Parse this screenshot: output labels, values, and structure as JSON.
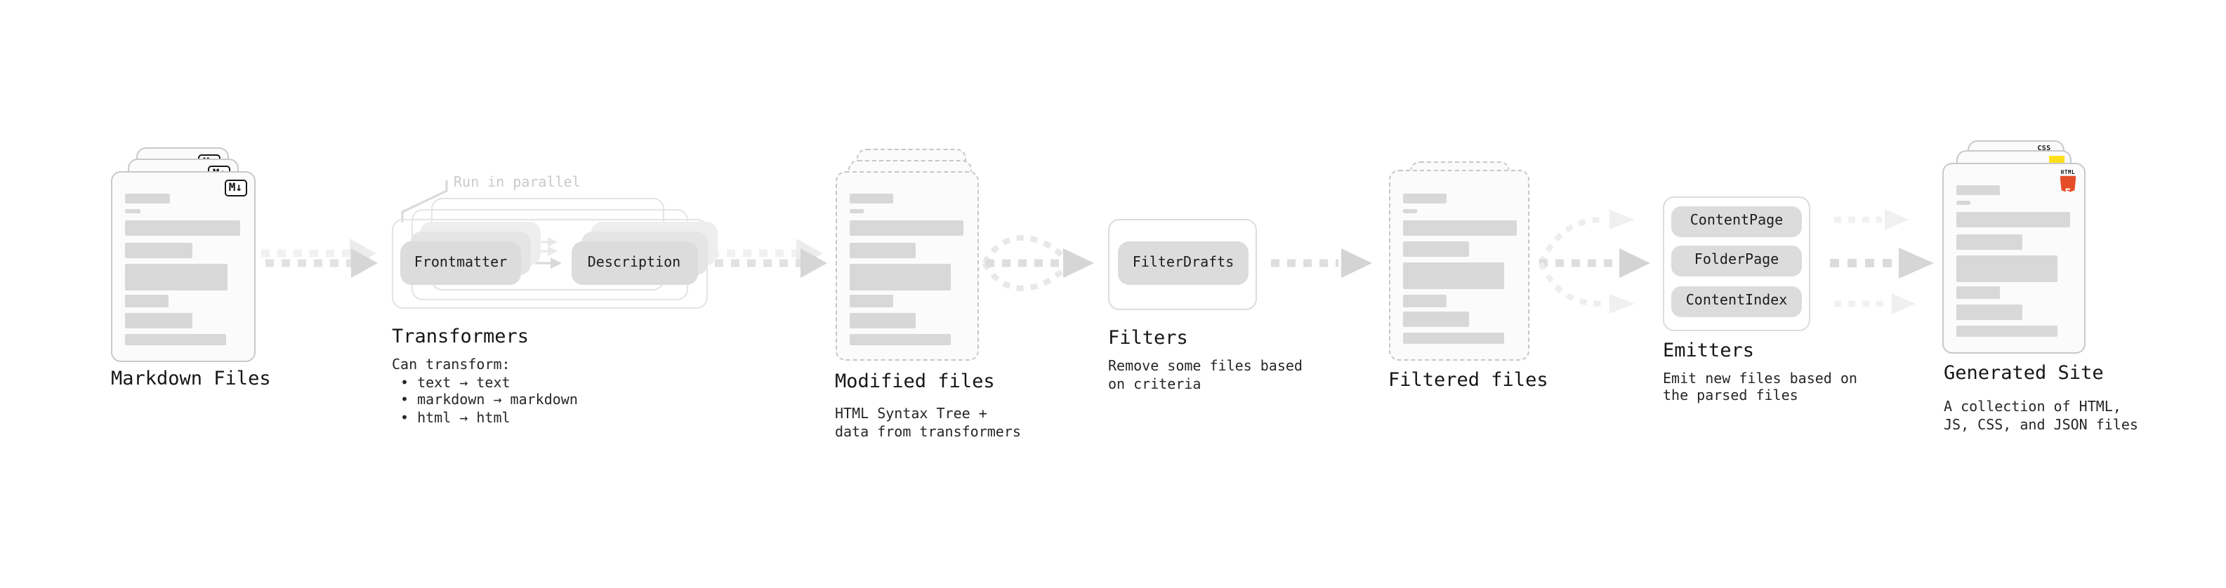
{
  "nodes": {
    "markdown_files": {
      "label": "Markdown Files",
      "file_badge": "M↓"
    },
    "transformers": {
      "heading": "Transformers",
      "note": "Run in parallel",
      "pills": [
        "Frontmatter",
        "Description"
      ],
      "details": [
        "Can transform:",
        "• text → text",
        "• markdown → markdown",
        "• html → html"
      ]
    },
    "modified_files": {
      "label": "Modified files",
      "details": [
        "HTML Syntax Tree +",
        "data from transformers"
      ]
    },
    "filters": {
      "heading": "Filters",
      "pills": [
        "FilterDrafts"
      ],
      "details": [
        "Remove some files based",
        "on criteria"
      ]
    },
    "filtered_files": {
      "label": "Filtered files"
    },
    "emitters": {
      "heading": "Emitters",
      "pills": [
        "ContentPage",
        "FolderPage",
        "ContentIndex"
      ],
      "details": [
        "Emit new files based on",
        "the parsed files"
      ]
    },
    "generated_site": {
      "label": "Generated Site",
      "details": [
        "A collection of HTML,",
        "JS, CSS, and JSON files"
      ],
      "badges": {
        "css_label": "CSS",
        "html_label": "HTML",
        "html_version": "5"
      }
    }
  },
  "colors": {
    "js_yellow": "#ffdf1b",
    "html_orange": "#e44d26",
    "css_blue": "#2d6fe1",
    "note_gray": "#c9c9c9",
    "pill_gray": "#dcdcdc"
  }
}
